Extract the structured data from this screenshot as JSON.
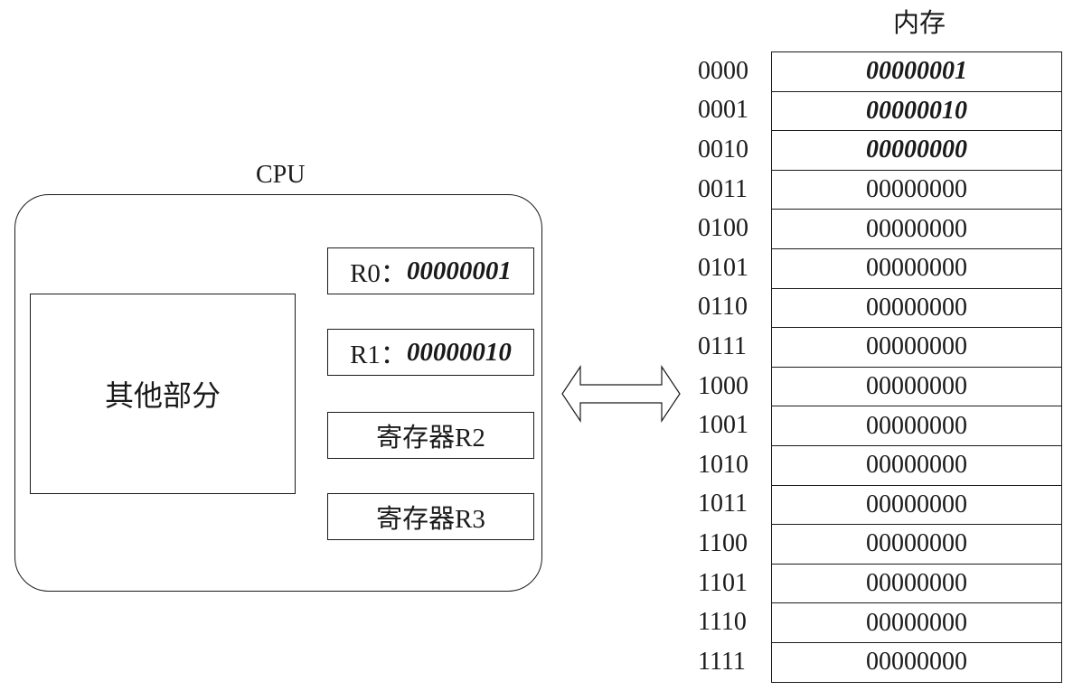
{
  "cpu": {
    "label": "CPU",
    "other": "其他部分",
    "registers": [
      {
        "name": "R0：",
        "value": "00000001"
      },
      {
        "name": "R1：",
        "value": "00000010"
      },
      {
        "name": "寄存器R2",
        "value": ""
      },
      {
        "name": "寄存器R3",
        "value": ""
      }
    ]
  },
  "memory": {
    "title": "内存",
    "rows": [
      {
        "addr": "0000",
        "value": "00000001",
        "highlight": true
      },
      {
        "addr": "0001",
        "value": "00000010",
        "highlight": true
      },
      {
        "addr": "0010",
        "value": "00000000",
        "highlight": true
      },
      {
        "addr": "0011",
        "value": "00000000",
        "highlight": false
      },
      {
        "addr": "0100",
        "value": "00000000",
        "highlight": false
      },
      {
        "addr": "0101",
        "value": "00000000",
        "highlight": false
      },
      {
        "addr": "0110",
        "value": "00000000",
        "highlight": false
      },
      {
        "addr": "0111",
        "value": "00000000",
        "highlight": false
      },
      {
        "addr": "1000",
        "value": "00000000",
        "highlight": false
      },
      {
        "addr": "1001",
        "value": "00000000",
        "highlight": false
      },
      {
        "addr": "1010",
        "value": "00000000",
        "highlight": false
      },
      {
        "addr": "1011",
        "value": "00000000",
        "highlight": false
      },
      {
        "addr": "1100",
        "value": "00000000",
        "highlight": false
      },
      {
        "addr": "1101",
        "value": "00000000",
        "highlight": false
      },
      {
        "addr": "1110",
        "value": "00000000",
        "highlight": false
      },
      {
        "addr": "1111",
        "value": "00000000",
        "highlight": false
      }
    ]
  },
  "connector": {
    "icon": "double-arrow-icon"
  }
}
